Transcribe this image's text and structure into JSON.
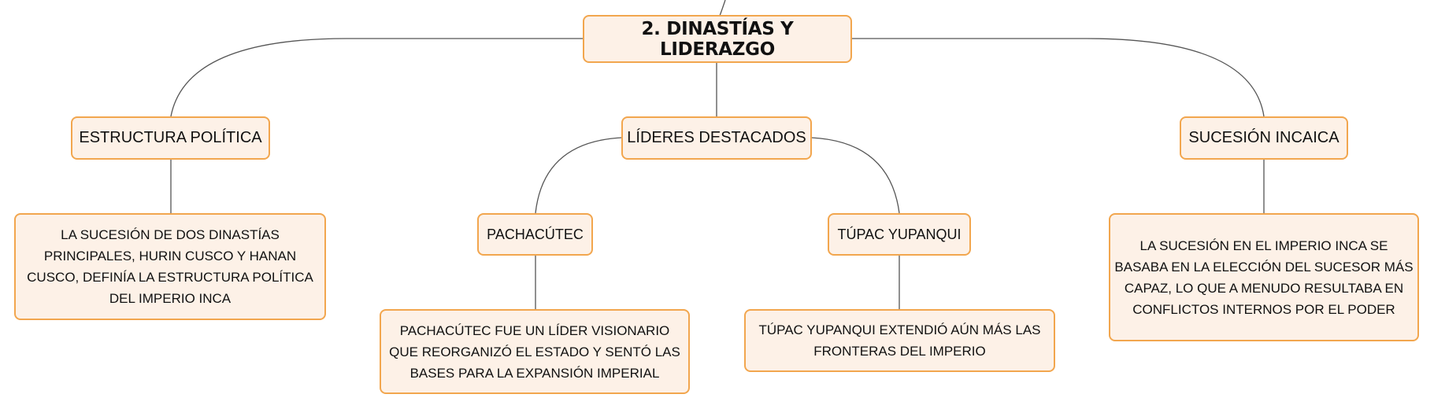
{
  "diagram": {
    "root": {
      "label": "2. DINASTÍAS Y LIDERAZGO"
    },
    "branches": {
      "estructura": {
        "label": "ESTRUCTURA POLÍTICA",
        "description": "LA SUCESIÓN DE DOS DINASTÍAS PRINCIPALES, HURIN CUSCO Y HANAN CUSCO, DEFINÍA LA ESTRUCTURA POLÍTICA DEL IMPERIO INCA"
      },
      "lideres": {
        "label": "LÍDERES DESTACADOS",
        "pachacutec": {
          "label": "PACHACÚTEC",
          "description": "PACHACÚTEC FUE UN LÍDER VISIONARIO QUE REORGANIZÓ EL ESTADO Y SENTÓ LAS BASES PARA LA EXPANSIÓN IMPERIAL"
        },
        "tupac": {
          "label": "TÚPAC YUPANQUI",
          "description": "TÚPAC YUPANQUI EXTENDIÓ AÚN MÁS LAS FRONTERAS DEL IMPERIO"
        }
      },
      "sucesion": {
        "label": "SUCESIÓN INCAICA",
        "description": "LA SUCESIÓN EN EL IMPERIO INCA SE BASABA EN LA ELECCIÓN DEL SUCESOR MÁS CAPAZ, LO QUE A MENUDO RESULTABA EN CONFLICTOS INTERNOS POR EL PODER"
      }
    }
  },
  "colors": {
    "node_fill": "#fdf1e7",
    "node_border": "#f2a64e",
    "connector": "#555555",
    "text": "#111111"
  }
}
